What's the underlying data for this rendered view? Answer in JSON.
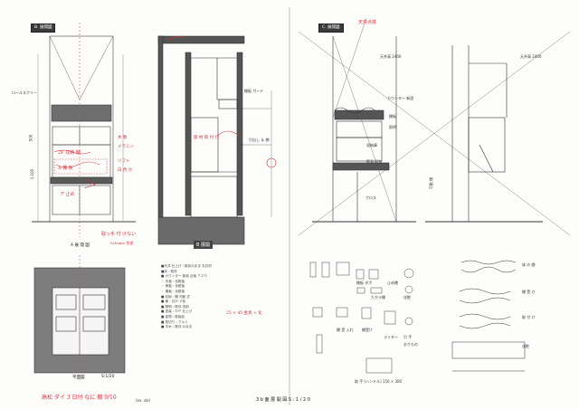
{
  "sheet": {
    "footer_title": "3 b 面  展 開 図 S : 1 / 2 0"
  },
  "left_panel": {
    "tag": "B. 展開図",
    "cap_main": "A 展 開 図",
    "cap_plan": "平面図",
    "cap_plan2": "S:1/20",
    "label_roll": "ロールスクリー",
    "dim_100": "1,100",
    "dim_500": "500",
    "red_note_1": "2F 収納 棚",
    "red_note_2": "A 棚 板",
    "red_note_3": "ア 止め",
    "red_side_1": "木 製",
    "red_side_2": "メラミン",
    "red_side_3": "ソフト",
    "red_side_4": "白 色 か",
    "red_under": "取っ手 付 けない",
    "red_under2": "Scheme 別途",
    "hand_signature": "高松 ダイ 3 日付 なに 棚 9/10",
    "hand_note_small": "(ex. slo)"
  },
  "middle_panel": {
    "cap": "B 展開",
    "label_shelf": "棚板 ガード",
    "label_drawer": "引出し ＆ 棚",
    "red_memo": "部 材 取 付 け",
    "red_memo2": "25 × 45 金具 + 化",
    "notes": [
      "■天井 仕上げ : 既存のまま 天井材",
      "■床 : 既存",
      "■ カウンター 新設 合板 Ｔ２０",
      "  ・ 天板 : 化粧板",
      "  ・ 側板 : 化粧板",
      "  ・ 棚板 : 化粧板",
      "■ 収納 : 棚 可動 式",
      "■ 扉 : 引戸 ２枚",
      "■ 照明 : 既存 流用",
      "■ 塗装 : ＯＰ 仕上げ",
      "■ 金物 : 既製品",
      "■ 見切り : アルミ",
      "■ 巾木 : 既存 のまま"
    ]
  },
  "right_panel": {
    "tag": "C. 展開図",
    "red_stamp": "天井点検",
    "label_ceiling": "天井高 2400",
    "label_ceiling2": "天井高 2400",
    "label_cabinet": "カウンター 新設",
    "label_shelf": "棚板",
    "label_light": "照明",
    "label_counter": "収納庫",
    "label_cross": "クロス",
    "label_wall": "壁面 既存",
    "label_right_shelf": "可動 棚",
    "parts_labels": [
      "棚板 ダボ",
      "たかラ棚",
      "止め棚",
      "化粧",
      "棚受け",
      "ライター",
      "棚 受 入れ",
      "引 手",
      "おりもの"
    ],
    "parts_caption": "取 手 (ハンドル) 150 × 300",
    "side_labels": [
      "床 の 間",
      "棚 受 け",
      "取 付 け",
      "化粧"
    ]
  }
}
